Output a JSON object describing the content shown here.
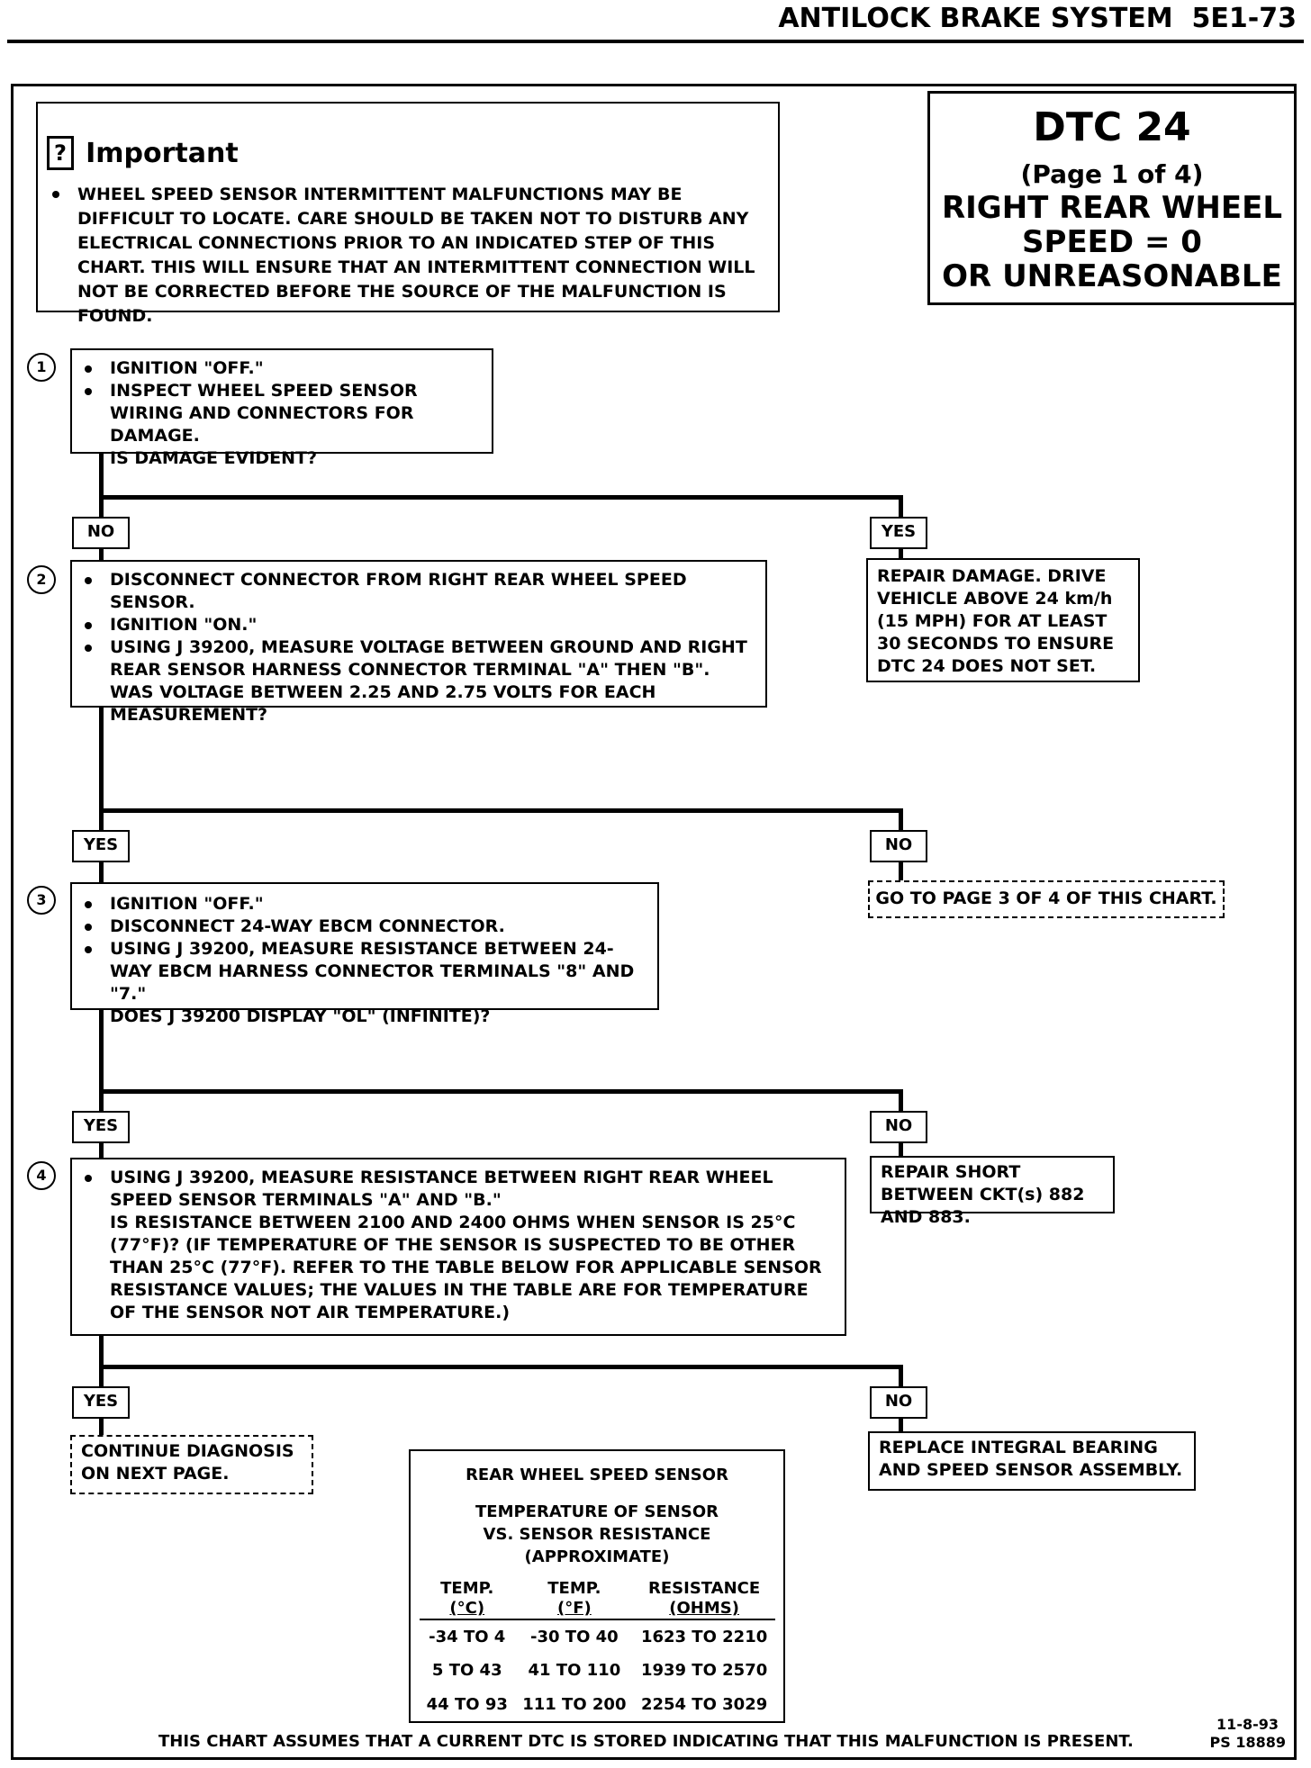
{
  "header": {
    "title": "ANTILOCK BRAKE SYSTEM",
    "page_ref": "5E1-73"
  },
  "important": {
    "icon_glyph": "?",
    "title": "Important",
    "text": "WHEEL SPEED SENSOR INTERMITTENT MALFUNCTIONS MAY BE DIFFICULT TO LOCATE. CARE SHOULD BE TAKEN NOT TO DISTURB ANY ELECTRICAL CONNECTIONS PRIOR TO AN INDICATED STEP OF THIS CHART. THIS WILL ENSURE THAT AN INTERMITTENT CONNECTION WILL NOT BE CORRECTED BEFORE THE SOURCE OF THE MALFUNCTION IS FOUND."
  },
  "dtc": {
    "code": "DTC 24",
    "page": "(Page 1 of 4)",
    "line1": "RIGHT REAR WHEEL",
    "line2": "SPEED = 0",
    "line3": "OR UNREASONABLE"
  },
  "steps": [
    {
      "num": "1",
      "bullets": [
        "IGNITION \"OFF.\"",
        "INSPECT WHEEL SPEED SENSOR WIRING AND CONNECTORS FOR DAMAGE."
      ],
      "question": "IS DAMAGE EVIDENT?"
    },
    {
      "num": "2",
      "bullets": [
        "DISCONNECT CONNECTOR FROM RIGHT REAR WHEEL SPEED SENSOR.",
        "IGNITION \"ON.\"",
        "USING J 39200, MEASURE VOLTAGE BETWEEN GROUND AND RIGHT REAR SENSOR HARNESS CONNECTOR TERMINAL \"A\" THEN \"B\"."
      ],
      "question": "WAS VOLTAGE BETWEEN 2.25 AND 2.75 VOLTS FOR EACH MEASUREMENT?"
    },
    {
      "num": "3",
      "bullets": [
        "IGNITION \"OFF.\"",
        "DISCONNECT 24-WAY EBCM CONNECTOR.",
        "USING J 39200, MEASURE RESISTANCE BETWEEN 24-WAY EBCM HARNESS CONNECTOR TERMINALS \"8\" AND \"7.\""
      ],
      "question": "DOES J 39200 DISPLAY \"OL\" (INFINITE)?"
    },
    {
      "num": "4",
      "bullets": [
        "USING J 39200, MEASURE RESISTANCE BETWEEN RIGHT REAR WHEEL SPEED SENSOR TERMINALS \"A\" AND \"B.\""
      ],
      "question": "IS RESISTANCE BETWEEN 2100 AND 2400 OHMS WHEN SENSOR IS 25°C (77°F)? (IF TEMPERATURE OF THE SENSOR IS SUSPECTED TO BE OTHER THAN 25°C (77°F). REFER TO THE TABLE BELOW FOR APPLICABLE SENSOR RESISTANCE VALUES; THE VALUES IN THE TABLE ARE FOR TEMPERATURE OF THE SENSOR NOT AIR TEMPERATURE.)"
    }
  ],
  "labels": {
    "yes": "YES",
    "no": "NO"
  },
  "outcomes": {
    "repair_damage": "REPAIR DAMAGE. DRIVE VEHICLE ABOVE 24 km/h (15 MPH) FOR AT LEAST 30 SECONDS TO ENSURE DTC 24 DOES NOT SET.",
    "goto_page3": "GO TO PAGE 3 OF 4 OF THIS CHART.",
    "repair_short": "REPAIR SHORT BETWEEN CKT(s) 882 AND 883.",
    "continue": "CONTINUE DIAGNOSIS ON NEXT PAGE.",
    "replace": "REPLACE INTEGRAL BEARING AND SPEED SENSOR ASSEMBLY."
  },
  "table": {
    "title": "REAR WHEEL SPEED SENSOR",
    "subtitle1": "TEMPERATURE OF SENSOR",
    "subtitle2": "VS. SENSOR RESISTANCE",
    "subtitle3": "(APPROXIMATE)",
    "headers": [
      [
        "TEMP.",
        "(°C)"
      ],
      [
        "TEMP.",
        "(°F)"
      ],
      [
        "RESISTANCE",
        "(OHMS)"
      ]
    ],
    "rows": [
      [
        "-34 TO 4",
        "-30 TO 40",
        "1623 TO 2210"
      ],
      [
        "5 TO 43",
        "41 TO 110",
        "1939 TO 2570"
      ],
      [
        "44 TO 93",
        "111 TO 200",
        "2254 TO 3029"
      ]
    ]
  },
  "footer": {
    "note": "THIS CHART ASSUMES THAT A CURRENT DTC IS STORED INDICATING THAT THIS MALFUNCTION IS PRESENT.",
    "date": "11-8-93",
    "ps": "PS 18889"
  }
}
